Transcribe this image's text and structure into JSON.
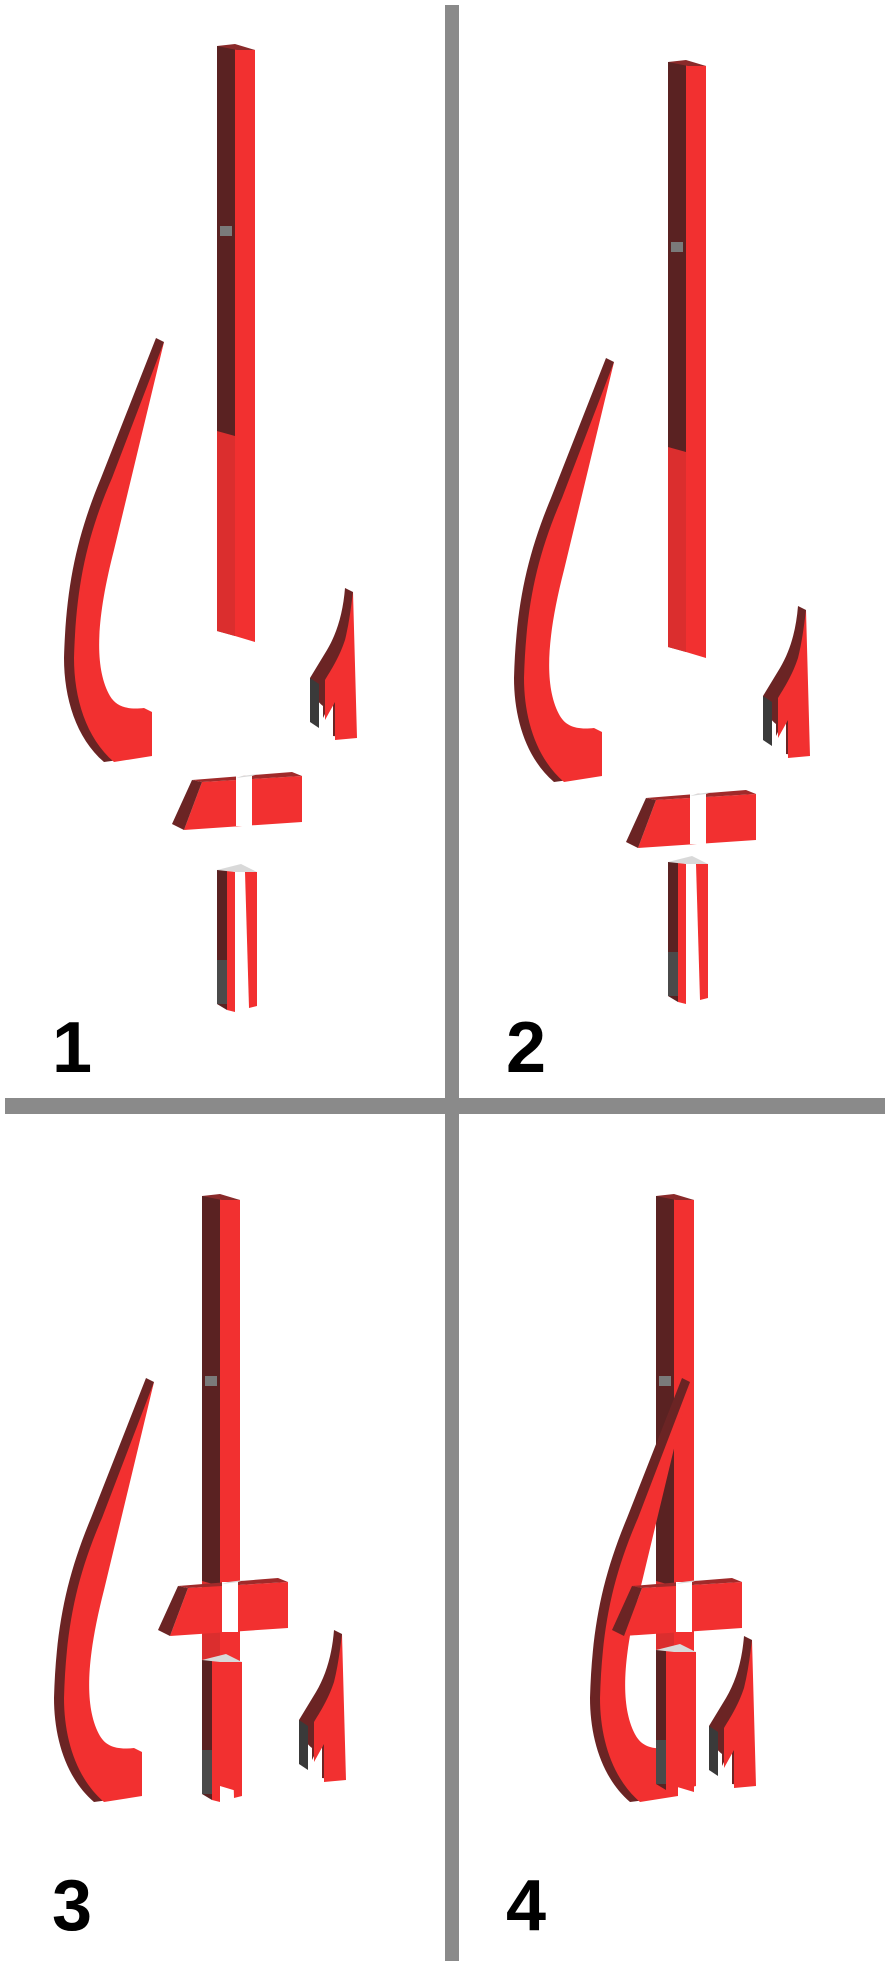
{
  "panels": [
    {
      "number": "1"
    },
    {
      "number": "2"
    },
    {
      "number": "3"
    },
    {
      "number": "4"
    }
  ],
  "colors": {
    "face": "#f23030",
    "side": "#6b2424",
    "top_light": "#d9d9d9",
    "divider": "#8a8a8a",
    "dark_grey": "#4a4a4a"
  }
}
